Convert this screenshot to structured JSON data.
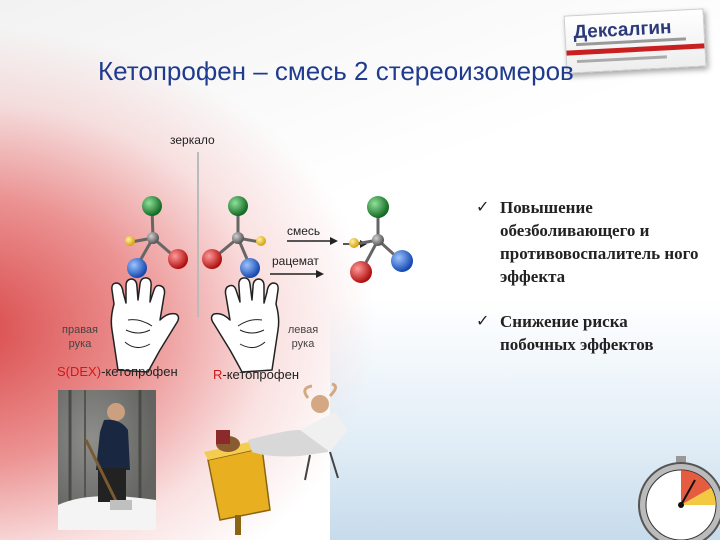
{
  "title": "Кетопрофен – смесь 2 стереоизомеров",
  "product_box": {
    "brand": "Дексалгин"
  },
  "mirror_label": "зеркало",
  "mixture_label": "смесь",
  "racemate_label": "рацемат",
  "right_hand_label": "правая рука",
  "left_hand_label": "левая рука",
  "s_isomer": {
    "prefix": "S(DEX)",
    "suffix": "-кетопрофен"
  },
  "r_isomer": {
    "prefix": "R",
    "suffix": "-кетопрофен"
  },
  "benefits": [
    "Повышение обезболивающего и противовоспалитель ного эффекта",
    "Снижение риска побочных эффектов"
  ],
  "check_mark": "✓",
  "colors": {
    "title": "#1f3b8e",
    "isomer_prefix": "#d01818",
    "atom_green": "#1e8a2e",
    "atom_red": "#d81c1c",
    "atom_blue": "#1e64d8",
    "atom_yellow": "#f0c020",
    "atom_gray": "#777777"
  },
  "icons": [
    "left-hand-icon",
    "right-hand-icon",
    "stopwatch-icon",
    "man-shoveling-snow-image",
    "man-relaxing-at-desk-image"
  ]
}
